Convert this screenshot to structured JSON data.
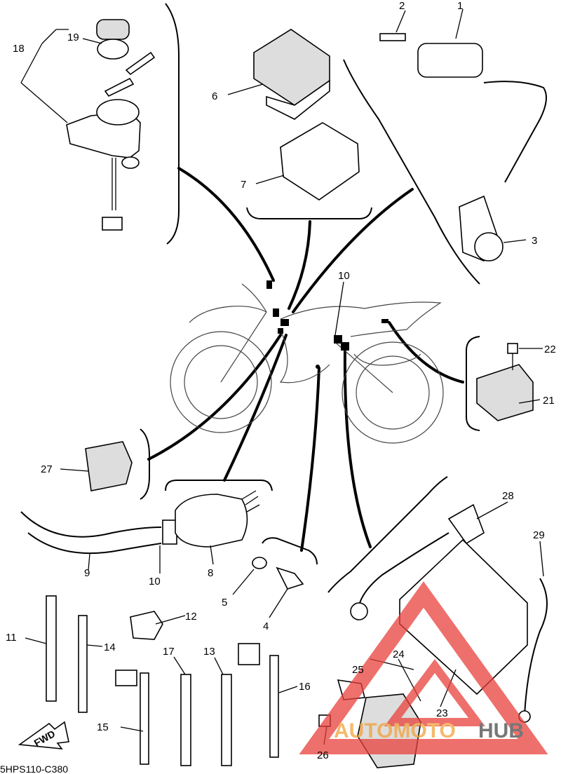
{
  "diagram": {
    "drawing_code": "5HPS110-C380",
    "fwd_label": "FWD",
    "watermark": {
      "text_a": "AUTOMOTO",
      "text_b": "HUB",
      "color_a": "#f2a23a",
      "color_b": "#4a4a4a",
      "triangle_color": "#e8413c"
    },
    "callouts": [
      {
        "id": "c1",
        "label": "1"
      },
      {
        "id": "c2",
        "label": "2"
      },
      {
        "id": "c3",
        "label": "3"
      },
      {
        "id": "c4",
        "label": "4"
      },
      {
        "id": "c5",
        "label": "5"
      },
      {
        "id": "c6",
        "label": "6"
      },
      {
        "id": "c7",
        "label": "7"
      },
      {
        "id": "c8",
        "label": "8"
      },
      {
        "id": "c9",
        "label": "9"
      },
      {
        "id": "c10a",
        "label": "10"
      },
      {
        "id": "c10b",
        "label": "10"
      },
      {
        "id": "c11",
        "label": "11"
      },
      {
        "id": "c12",
        "label": "12"
      },
      {
        "id": "c13",
        "label": "13"
      },
      {
        "id": "c14",
        "label": "14"
      },
      {
        "id": "c15",
        "label": "15"
      },
      {
        "id": "c16",
        "label": "16"
      },
      {
        "id": "c17",
        "label": "17"
      },
      {
        "id": "c18",
        "label": "18"
      },
      {
        "id": "c19",
        "label": "19"
      },
      {
        "id": "c21",
        "label": "21"
      },
      {
        "id": "c22",
        "label": "22"
      },
      {
        "id": "c23",
        "label": "23"
      },
      {
        "id": "c24",
        "label": "24"
      },
      {
        "id": "c25",
        "label": "25"
      },
      {
        "id": "c26",
        "label": "26"
      },
      {
        "id": "c27",
        "label": "27"
      },
      {
        "id": "c28",
        "label": "28"
      },
      {
        "id": "c29",
        "label": "29"
      }
    ]
  }
}
